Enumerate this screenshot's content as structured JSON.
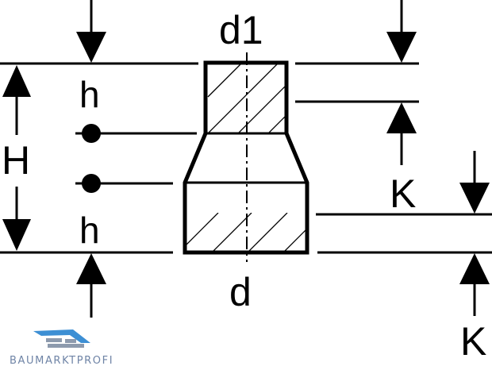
{
  "labels": {
    "top_diameter": "d1",
    "bottom_diameter": "d",
    "overall_height": "H",
    "upper_h": "h",
    "lower_h": "h",
    "right_upper_k": "K",
    "right_lower_k": "K"
  },
  "watermark": {
    "text": "BAUMARKTPROFI",
    "logo_icon": "roof-logo-icon"
  },
  "colors": {
    "line": "#000000",
    "background": "#ffffff",
    "watermark_text": "#6f84a6",
    "logo_blue": "#3d8fd4",
    "logo_grey": "#8d9aad"
  }
}
